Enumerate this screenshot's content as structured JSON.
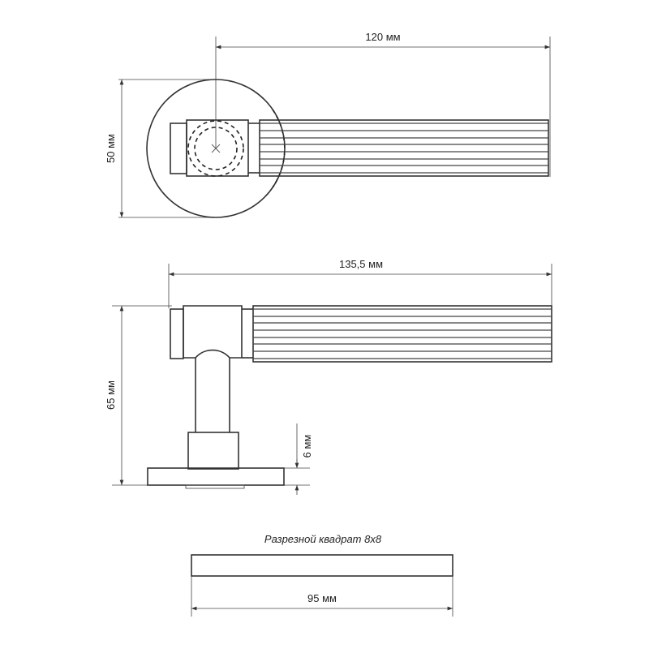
{
  "drawing": {
    "top_view": {
      "length_label": "120 мм",
      "diameter_label": "50 мм"
    },
    "side_view": {
      "length_label": "135,5 мм",
      "height_label": "65 мм",
      "rosette_label": "6 мм"
    },
    "spindle": {
      "caption": "Разрезной квадрат 8x8",
      "length_label": "95 мм"
    },
    "colors": {
      "line": "#333333",
      "background": "#ffffff"
    }
  }
}
